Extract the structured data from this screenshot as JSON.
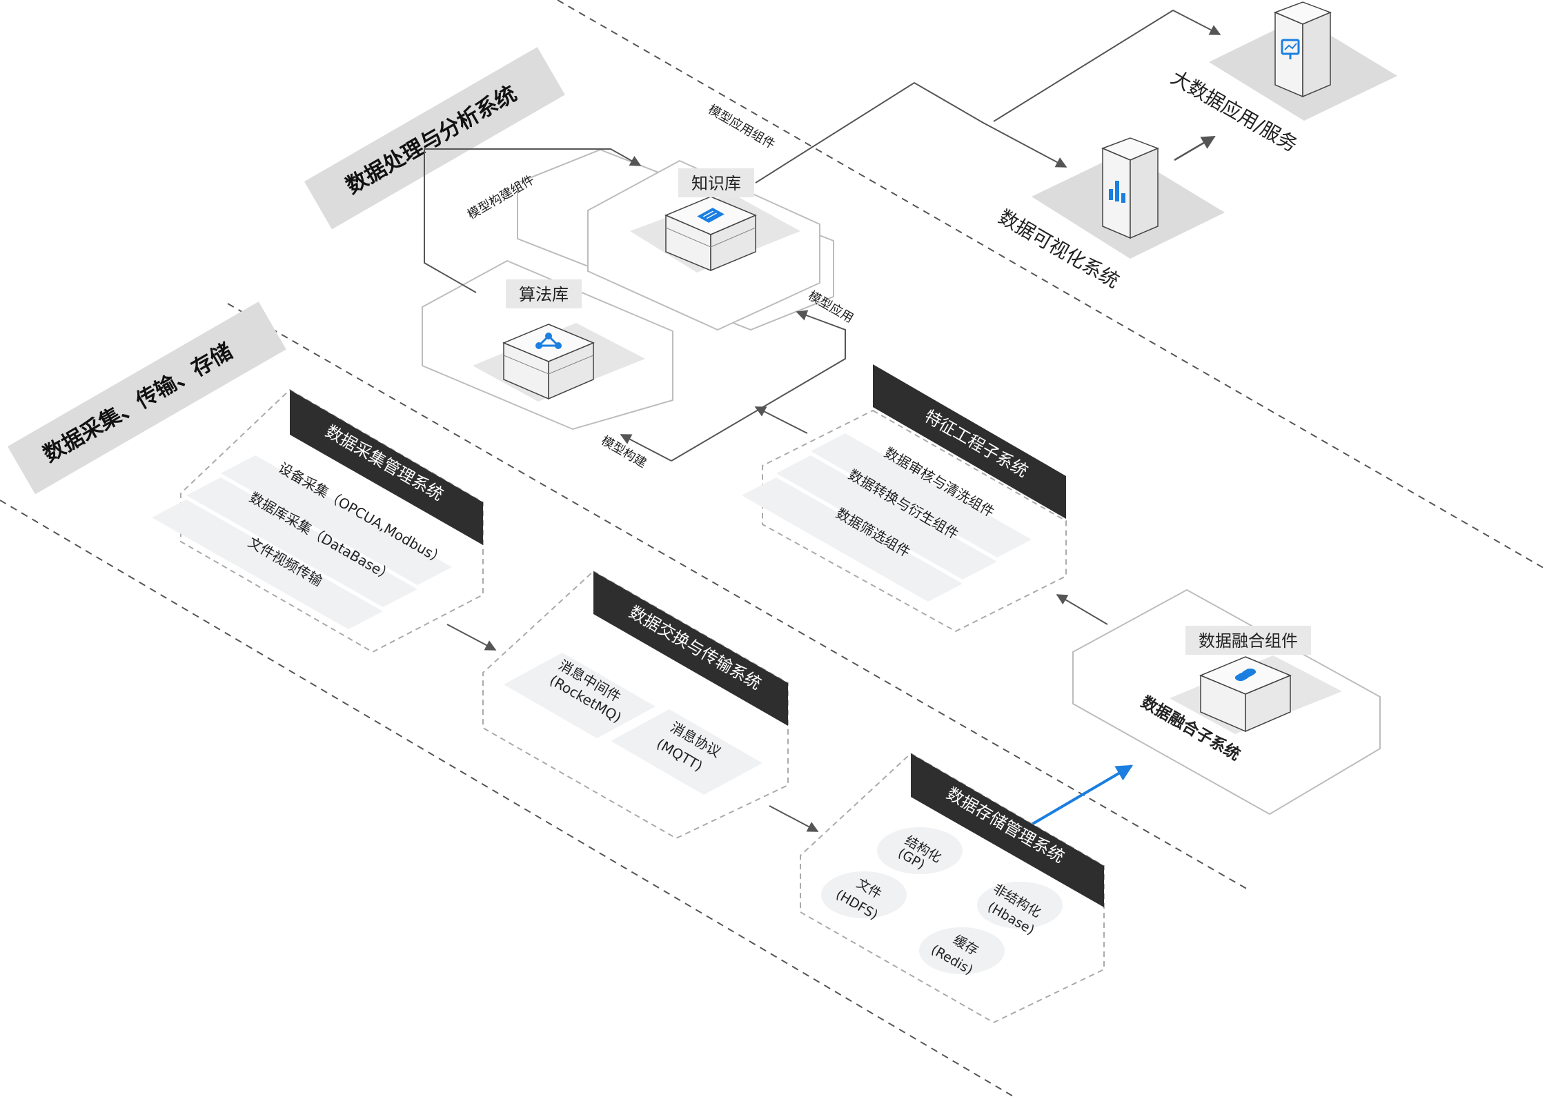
{
  "zones": {
    "processing": "数据处理与分析系统",
    "collection": "数据采集、传输、存储"
  },
  "nodes": {
    "knowledge_base": "知识库",
    "algorithm_library": "算法库",
    "data_fusion_component": "数据融合组件",
    "data_fusion_subsystem": "数据融合子系统",
    "visualization_system": "数据可视化系统",
    "big_data_app": "大数据应用/服务"
  },
  "edge_labels": {
    "model_build_component": "模型构建组件",
    "model_app_component": "模型应用组件",
    "model_application": "模型应用",
    "model_build": "模型构建"
  },
  "panels": {
    "collection_mgmt": {
      "title": "数据采集管理系统",
      "items": [
        "设备采集（OPCUA,Modbus）",
        "数据库采集（DataBase）",
        "文件视频传输"
      ]
    },
    "feature_engineering": {
      "title": "特征工程子系统",
      "items": [
        "数据审核与清洗组件",
        "数据转换与衍生组件",
        "数据筛选组件"
      ]
    },
    "exchange": {
      "title": "数据交换与传输系统",
      "items": [
        {
          "line1": "消息中间件",
          "line2": "(RocketMQ)"
        },
        {
          "line1": "消息协议",
          "line2": "(MQTT)"
        }
      ]
    },
    "storage": {
      "title": "数据存储管理系统",
      "items": [
        {
          "line1": "结构化",
          "line2": "(GP)"
        },
        {
          "line1": "文件",
          "line2": "(HDFS)"
        },
        {
          "line1": "非结构化",
          "line2": "(Hbase)"
        },
        {
          "line1": "缓存",
          "line2": "(Redis)"
        }
      ]
    }
  },
  "colors": {
    "accent": "#1a7fe0",
    "dark_bar": "#2e2e2e",
    "zone_band": "#dcdcdc",
    "item_fill": "#f0f1f3"
  },
  "icons": {
    "knowledge_base": "book-icon",
    "algorithm_library": "network-icon",
    "data_fusion_component": "link-icon",
    "visualization_system": "bar-chart-icon",
    "big_data_app": "monitor-icon"
  }
}
